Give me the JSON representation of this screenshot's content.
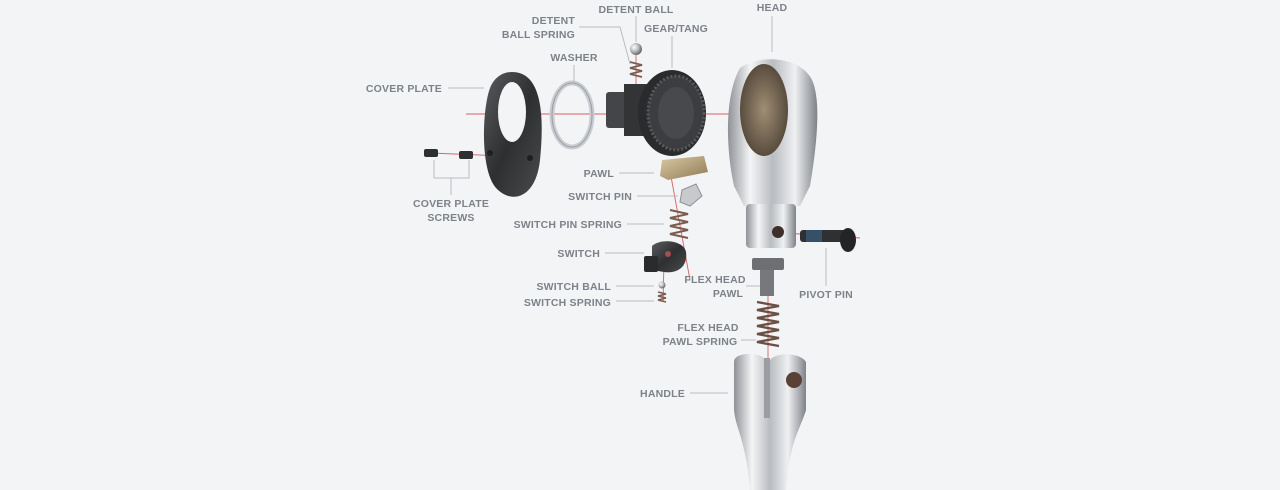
{
  "labels": {
    "detent_ball": "DETENT BALL",
    "detent_ball_spring_1": "DETENT",
    "detent_ball_spring_2": "BALL SPRING",
    "gear_tang": "GEAR/TANG",
    "head": "HEAD",
    "washer": "WASHER",
    "cover_plate": "COVER PLATE",
    "cover_plate_screws_1": "COVER PLATE",
    "cover_plate_screws_2": "SCREWS",
    "pawl": "PAWL",
    "switch_pin": "SWITCH PIN",
    "switch_pin_spring": "SWITCH PIN SPRING",
    "switch": "SWITCH",
    "switch_ball": "SWITCH BALL",
    "switch_spring": "SWITCH SPRING",
    "flex_head_pawl_1": "FLEX HEAD",
    "flex_head_pawl_2": "PAWL",
    "flex_head_pawl_spring_1": "FLEX HEAD",
    "flex_head_pawl_spring_2": "PAWL SPRING",
    "pivot_pin": "PIVOT PIN",
    "handle": "HANDLE"
  },
  "colors": {
    "background": "#f3f4f6",
    "label": "#7d8289",
    "leader": "#b9bcc1",
    "axis_line": "#d64545",
    "dark_metal": "#3a3b3d",
    "chrome": "#d8dadd",
    "brass": "#b9a27a"
  }
}
